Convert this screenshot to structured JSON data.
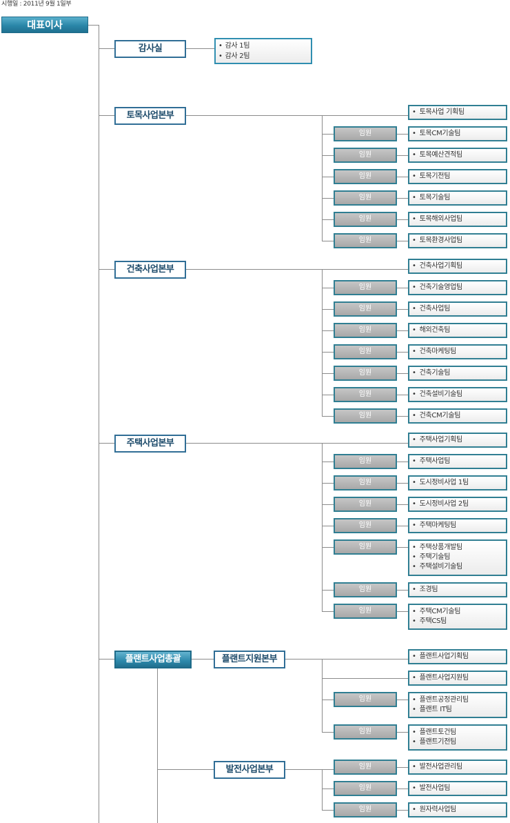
{
  "effective_date": "시행일 : 2011년 9월 1일부",
  "ceo": "대표이사",
  "exec_label": "임원",
  "audit": {
    "name": "감사실",
    "teams": [
      "감사 1팀",
      "감사 2팀"
    ]
  },
  "divisions": [
    {
      "name": "토목사업본부",
      "teams": [
        {
          "exec": false,
          "items": [
            "토목사업 기획팀"
          ]
        },
        {
          "exec": true,
          "items": [
            "토목CM기술팀"
          ]
        },
        {
          "exec": true,
          "items": [
            "토목예산견적팀"
          ]
        },
        {
          "exec": true,
          "items": [
            "토목기전팀"
          ]
        },
        {
          "exec": true,
          "items": [
            "토목기술팀"
          ]
        },
        {
          "exec": true,
          "items": [
            "토목해외사업팀"
          ]
        },
        {
          "exec": true,
          "items": [
            "토목환경사업팀"
          ]
        }
      ]
    },
    {
      "name": "건축사업본부",
      "teams": [
        {
          "exec": false,
          "items": [
            "건축사업기획팀"
          ]
        },
        {
          "exec": true,
          "items": [
            "건축기술영업팀"
          ]
        },
        {
          "exec": true,
          "items": [
            "건축사업팀"
          ]
        },
        {
          "exec": true,
          "items": [
            "해외건축팀"
          ]
        },
        {
          "exec": true,
          "items": [
            "건축마케팅팀"
          ]
        },
        {
          "exec": true,
          "items": [
            "건축기술팀"
          ]
        },
        {
          "exec": true,
          "items": [
            "건축설비기술팀"
          ]
        },
        {
          "exec": true,
          "items": [
            "건축CM기술팀"
          ]
        }
      ]
    },
    {
      "name": "주택사업본부",
      "teams": [
        {
          "exec": false,
          "items": [
            "주택사업기획팀"
          ]
        },
        {
          "exec": true,
          "items": [
            "주택사업팀"
          ]
        },
        {
          "exec": true,
          "items": [
            "도시정비사업 1팀"
          ]
        },
        {
          "exec": true,
          "items": [
            "도시정비사업 2팀"
          ]
        },
        {
          "exec": true,
          "items": [
            "주택마케팅팀"
          ]
        },
        {
          "exec": true,
          "items": [
            "주택상품개발팀",
            "주택기술팀",
            "주택설비기술팀"
          ]
        },
        {
          "exec": true,
          "items": [
            "조경팀"
          ]
        },
        {
          "exec": true,
          "items": [
            "주택CM기술팀",
            "주택CS팀"
          ]
        }
      ]
    }
  ],
  "plant": {
    "name": "플랜트사업총괄",
    "subdivisions": [
      {
        "name": "플랜트지원본부",
        "teams": [
          {
            "exec": false,
            "items": [
              "플랜트사업기획팀"
            ]
          },
          {
            "exec": false,
            "items": [
              "플랜트사업지원팀"
            ]
          },
          {
            "exec": true,
            "items": [
              "플랜트공정관리팀",
              "플랜트 IT팀"
            ]
          },
          {
            "exec": true,
            "items": [
              "플랜트토건팀",
              "플랜트기전팀"
            ]
          }
        ]
      },
      {
        "name": "발전사업본부",
        "teams": [
          {
            "exec": true,
            "items": [
              "발전사업관리팀"
            ]
          },
          {
            "exec": true,
            "items": [
              "발전사업팀"
            ]
          },
          {
            "exec": true,
            "items": [
              "원자력사업팀"
            ]
          }
        ]
      }
    ]
  }
}
